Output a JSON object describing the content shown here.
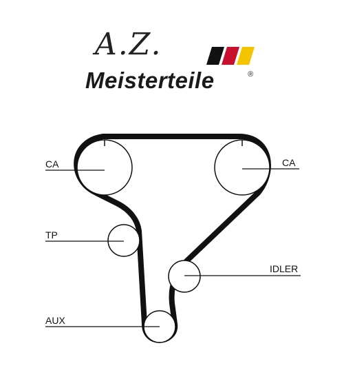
{
  "logo": {
    "script": "A.Z.",
    "wordmark": "Meisterteile",
    "registered": "®",
    "flag_colors": [
      "#111111",
      "#c8102e",
      "#f5c400"
    ]
  },
  "labels": {
    "ca_left": "CA",
    "ca_right": "CA",
    "tp": "TP",
    "idler": "IDLER",
    "aux": "AUX"
  },
  "colors": {
    "belt": "#111111",
    "pulley": "#111111",
    "leader": "#111111"
  }
}
